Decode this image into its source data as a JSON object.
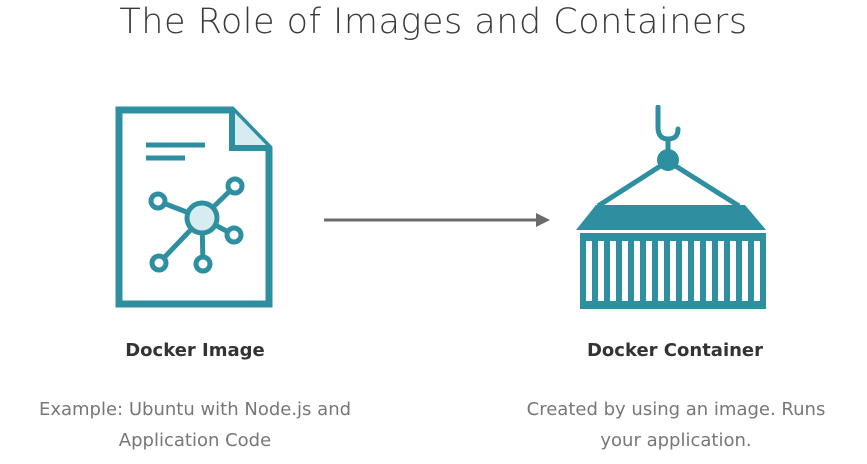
{
  "title": "The Role of Images and Containers",
  "colors": {
    "accent": "#2e8fa0",
    "accent_light": "#d7ecf0",
    "arrow": "#6b6b6b",
    "title_text": "#3a3a3a",
    "label_text": "#333333",
    "desc_text": "#777777"
  },
  "image_node": {
    "label": "Docker Image",
    "description_lines": [
      "Example: Ubuntu with Node.js and",
      "Application Code"
    ],
    "icon": "document-network-icon"
  },
  "container_node": {
    "label": "Docker Container",
    "description_lines": [
      "Created by using an image. Runs",
      "your application."
    ],
    "icon": "shipping-container-crane-icon"
  },
  "arrow": {
    "icon": "right-arrow-icon"
  }
}
